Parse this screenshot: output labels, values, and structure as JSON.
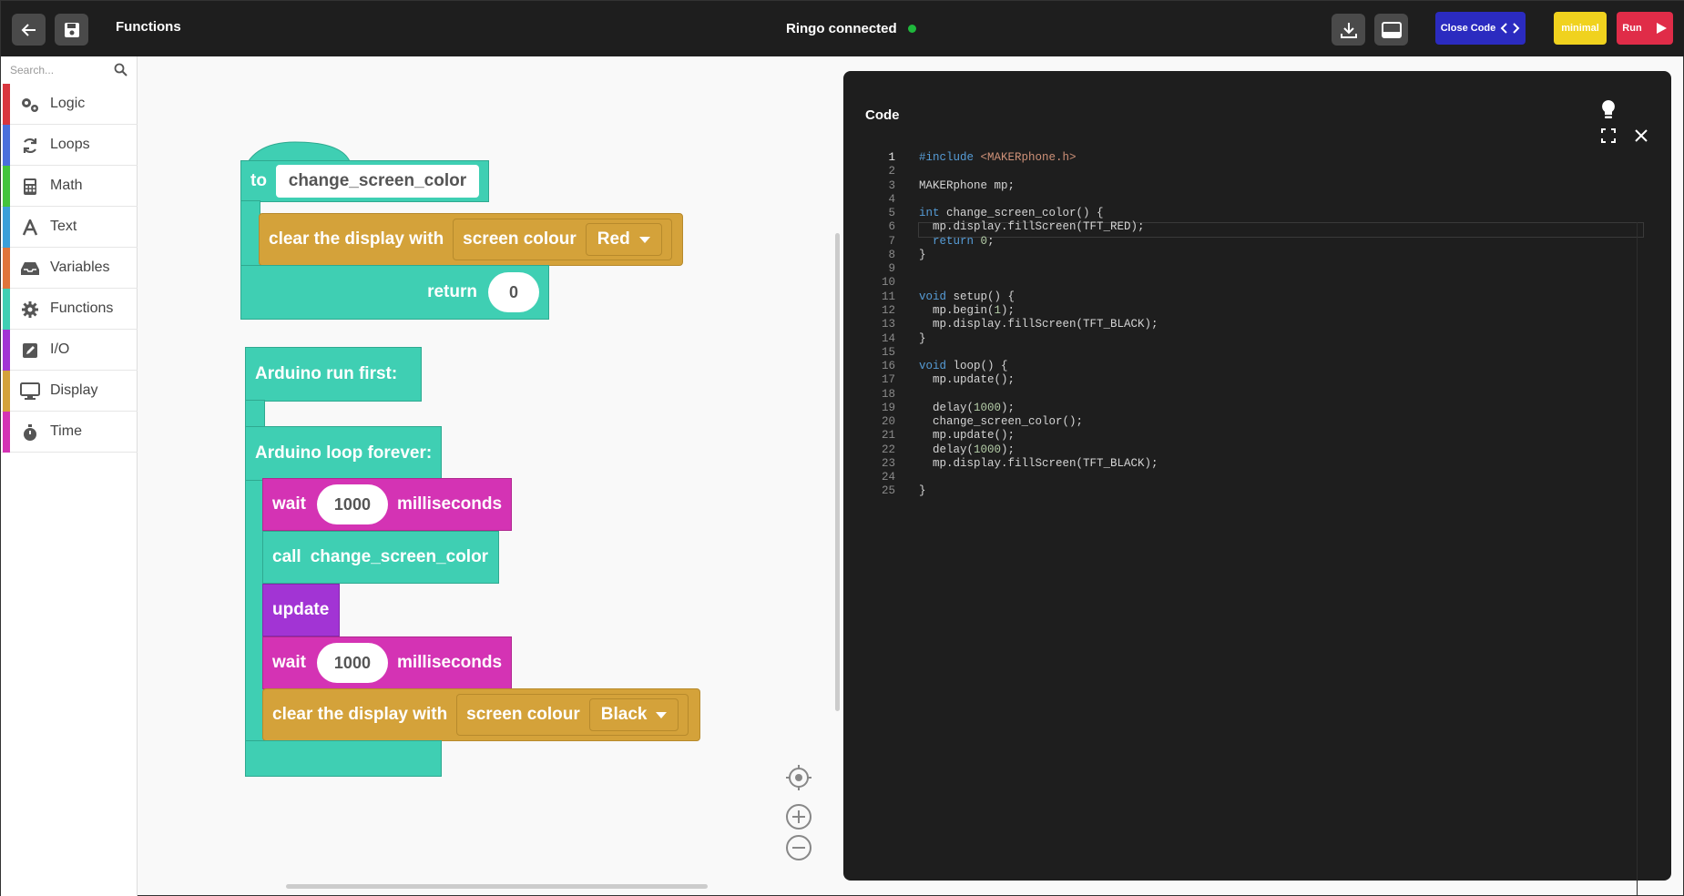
{
  "header": {
    "title": "Functions",
    "status_text": "Ringo connected",
    "status_color": "#1fb83c",
    "close_code_label": "Close Code",
    "minimal_label": "minimal",
    "run_label": "Run"
  },
  "sidebar": {
    "search_placeholder": "Search...",
    "categories": [
      {
        "label": "Logic",
        "color": "#d9363e",
        "icon": "gears-icon"
      },
      {
        "label": "Loops",
        "color": "#4a6fdc",
        "icon": "refresh-icon"
      },
      {
        "label": "Math",
        "color": "#43c43c",
        "icon": "calculator-icon"
      },
      {
        "label": "Text",
        "color": "#3b9fd9",
        "icon": "text-a-icon"
      },
      {
        "label": "Variables",
        "color": "#e0743a",
        "icon": "inbox-icon"
      },
      {
        "label": "Functions",
        "color": "#3fcfb3",
        "icon": "gear-icon"
      },
      {
        "label": "I/O",
        "color": "#a234d4",
        "icon": "edit-box-icon"
      },
      {
        "label": "Display",
        "color": "#d4a23a",
        "icon": "monitor-icon"
      },
      {
        "label": "Time",
        "color": "#d433b4",
        "icon": "stopwatch-icon"
      }
    ]
  },
  "blocks": {
    "func_def": {
      "to_label": "to",
      "name": "change_screen_color",
      "clear_label": "clear the display with",
      "colour_label": "screen colour",
      "colour_value": "Red",
      "return_label": "return",
      "return_value": "0"
    },
    "run_first": {
      "label": "Arduino run first:"
    },
    "loop": {
      "label": "Arduino loop forever:"
    },
    "wait1": {
      "label": "wait",
      "value": "1000",
      "unit": "milliseconds"
    },
    "call": {
      "label": "call",
      "name": "change_screen_color"
    },
    "update": {
      "label": "update"
    },
    "wait2": {
      "label": "wait",
      "value": "1000",
      "unit": "milliseconds"
    },
    "clear2": {
      "label": "clear the display with",
      "colour_label": "screen colour",
      "colour_value": "Black"
    }
  },
  "code": {
    "title": "Code",
    "lines": [
      "#include <MAKERphone.h>",
      "",
      "MAKERphone mp;",
      "",
      "int change_screen_color() {",
      "  mp.display.fillScreen(TFT_RED);",
      "  return 0;",
      "}",
      "",
      "",
      "void setup() {",
      "  mp.begin(1);",
      "  mp.display.fillScreen(TFT_BLACK);",
      "}",
      "",
      "void loop() {",
      "  mp.update();",
      "",
      "  delay(1000);",
      "  change_screen_color();",
      "  mp.update();",
      "  delay(1000);",
      "  mp.display.fillScreen(TFT_BLACK);",
      "",
      "}"
    ]
  }
}
